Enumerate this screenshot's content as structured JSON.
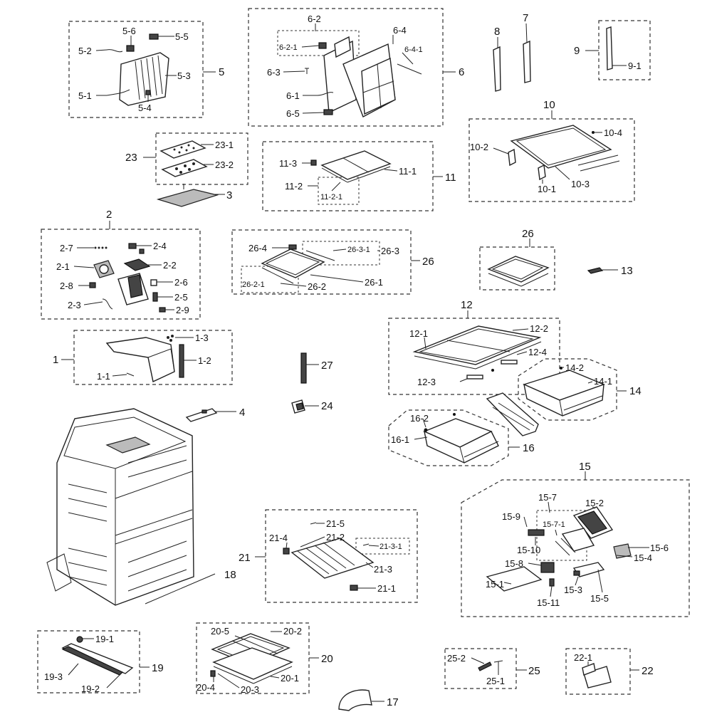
{
  "diagram": {
    "labels": {
      "g1": "1",
      "g1_1": "1-1",
      "g1_2": "1-2",
      "g1_3": "1-3",
      "g2": "2",
      "g2_1": "2-1",
      "g2_2": "2-2",
      "g2_3": "2-3",
      "g2_4": "2-4",
      "g2_5": "2-5",
      "g2_6": "2-6",
      "g2_7": "2-7",
      "g2_8": "2-8",
      "g2_9": "2-9",
      "g3": "3",
      "g4": "4",
      "g5": "5",
      "g5_1": "5-1",
      "g5_2": "5-2",
      "g5_3": "5-3",
      "g5_4": "5-4",
      "g5_5": "5-5",
      "g5_6": "5-6",
      "g6": "6",
      "g6_1": "6-1",
      "g6_2": "6-2",
      "g6_2_1": "6-2-1",
      "g6_3": "6-3",
      "g6_4": "6-4",
      "g6_4_1": "6-4-1",
      "g6_5": "6-5",
      "g7": "7",
      "g8": "8",
      "g9": "9",
      "g9_1": "9-1",
      "g10": "10",
      "g10_1": "10-1",
      "g10_2": "10-2",
      "g10_3": "10-3",
      "g10_4": "10-4",
      "g11": "11",
      "g11_1": "11-1",
      "g11_2": "11-2",
      "g11_2_1": "11-2-1",
      "g11_3": "11-3",
      "g12": "12",
      "g12_1": "12-1",
      "g12_2": "12-2",
      "g12_3": "12-3",
      "g12_4": "12-4",
      "g13": "13",
      "g14": "14",
      "g14_1": "14-1",
      "g14_2": "14-2",
      "g15": "15",
      "g15_1": "15-1",
      "g15_2": "15-2",
      "g15_3": "15-3",
      "g15_4": "15-4",
      "g15_5": "15-5",
      "g15_6": "15-6",
      "g15_7": "15-7",
      "g15_7_1": "15-7-1",
      "g15_8": "15-8",
      "g15_9": "15-9",
      "g15_10": "15-10",
      "g15_11": "15-11",
      "g16": "16",
      "g16_1": "16-1",
      "g16_2": "16-2",
      "g17": "17",
      "g18": "18",
      "g19": "19",
      "g19_1": "19-1",
      "g19_2": "19-2",
      "g19_3": "19-3",
      "g20": "20",
      "g20_1": "20-1",
      "g20_2": "20-2",
      "g20_3": "20-3",
      "g20_4": "20-4",
      "g20_5": "20-5",
      "g21": "21",
      "g21_1": "21-1",
      "g21_2": "21-2",
      "g21_3": "21-3",
      "g21_3_1": "21-3-1",
      "g21_4": "21-4",
      "g21_5": "21-5",
      "g22": "22",
      "g22_1": "22-1",
      "g23": "23",
      "g23_1": "23-1",
      "g23_2": "23-2",
      "g24": "24",
      "g25": "25",
      "g25_1": "25-1",
      "g25_2": "25-2",
      "g26": "26",
      "g26b": "26",
      "g26_1": "26-1",
      "g26_2": "26-2",
      "g26_2_1": "26-2-1",
      "g26_3": "26-3",
      "g26_3_1": "26-3-1",
      "g26_4": "26-4",
      "g27": "27"
    }
  }
}
